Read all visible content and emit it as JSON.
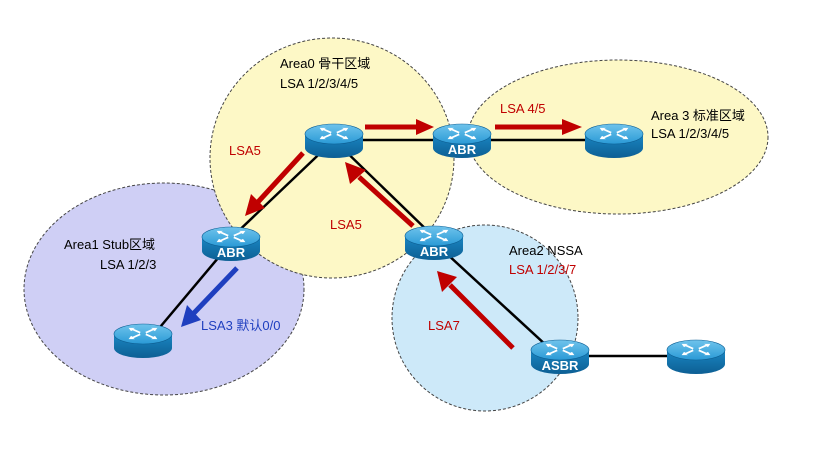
{
  "areas": {
    "area0": {
      "name": "Area0 骨干区域",
      "lsa": "LSA 1/2/3/4/5"
    },
    "area3": {
      "name": "Area 3  标准区域",
      "lsa": "LSA 1/2/3/4/5"
    },
    "area1": {
      "name": "Area1 Stub区域",
      "lsa": "LSA 1/2/3"
    },
    "area2": {
      "name": "Area2 NSSA",
      "lsa": "LSA 1/2/3/7"
    }
  },
  "arrows": {
    "area0_to_area1": "LSA5",
    "area2_to_area0": "LSA5",
    "area0_to_area3": "LSA 4/5",
    "stub_default": "LSA3 默认0/0",
    "asbr_to_abr": "LSA7"
  },
  "routers": {
    "abr_area3": "ABR",
    "abr_area1": "ABR",
    "abr_area2": "ABR",
    "asbr": "ASBR"
  },
  "colors": {
    "area0_fill": "#fdf8c6",
    "area3_fill": "#fdf8c6",
    "area1_fill": "#cfcff5",
    "area2_fill": "#cde9f9",
    "arrow_red": "#c00000",
    "arrow_blue": "#1f3fbf",
    "router_body": "#1f8fc9"
  }
}
